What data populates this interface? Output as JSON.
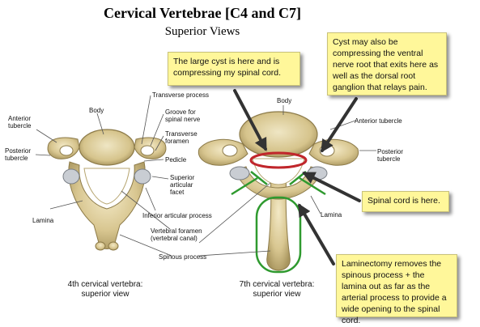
{
  "title": "Cervical Vertebrae [C4 and C7]",
  "subtitle": "Superior Views",
  "left_labels": {
    "body": "Body",
    "anterior_tubercle": "Anterior\ntubercle",
    "posterior_tubercle": "Posterior\ntubercle",
    "lamina": "Lamina",
    "transverse_process": "Transverse process",
    "groove": "Groove for\nspinal nerve",
    "transverse_foramen": "Transverse\nforamen",
    "pedicle": "Pedicle",
    "superior_facet": "Superior\narticular\nfacet",
    "inferior_process": "Inferior articular process",
    "vertebral_foramen": "Vertebral foramen\n(vertebral canal)",
    "spinous_process": "Spinous process"
  },
  "right_labels": {
    "body": "Body",
    "anterior_tubercle": "Anterior tubercle",
    "posterior_tubercle": "Posterior\ntubercle",
    "lamina": "Lamina"
  },
  "captions": {
    "c4": "4th cervical vertebra:\nsuperior view",
    "c7": "7th cervical vertebra:\nsuperior view"
  },
  "notes": {
    "cyst_large": "The large cyst is here and  is compressing my spinal cord.",
    "cyst_ventral": "Cyst may also be compressing the ventral nerve root that exits here as well as the dorsal root ganglion that relays pain.",
    "spinal_cord": "Spinal cord is here.",
    "laminectomy": "Laminectomy removes the spinous process + the lamina out as far as the arterial process to provide a wide opening to the spinal cord."
  },
  "colors": {
    "bone": "#d8c690",
    "bone_dark": "#8c7a48",
    "bone_light": "#efe3b8",
    "cyst_outline": "#c0262b",
    "surgery_outline": "#2f9a2f",
    "note_fill": "#fff79a"
  }
}
